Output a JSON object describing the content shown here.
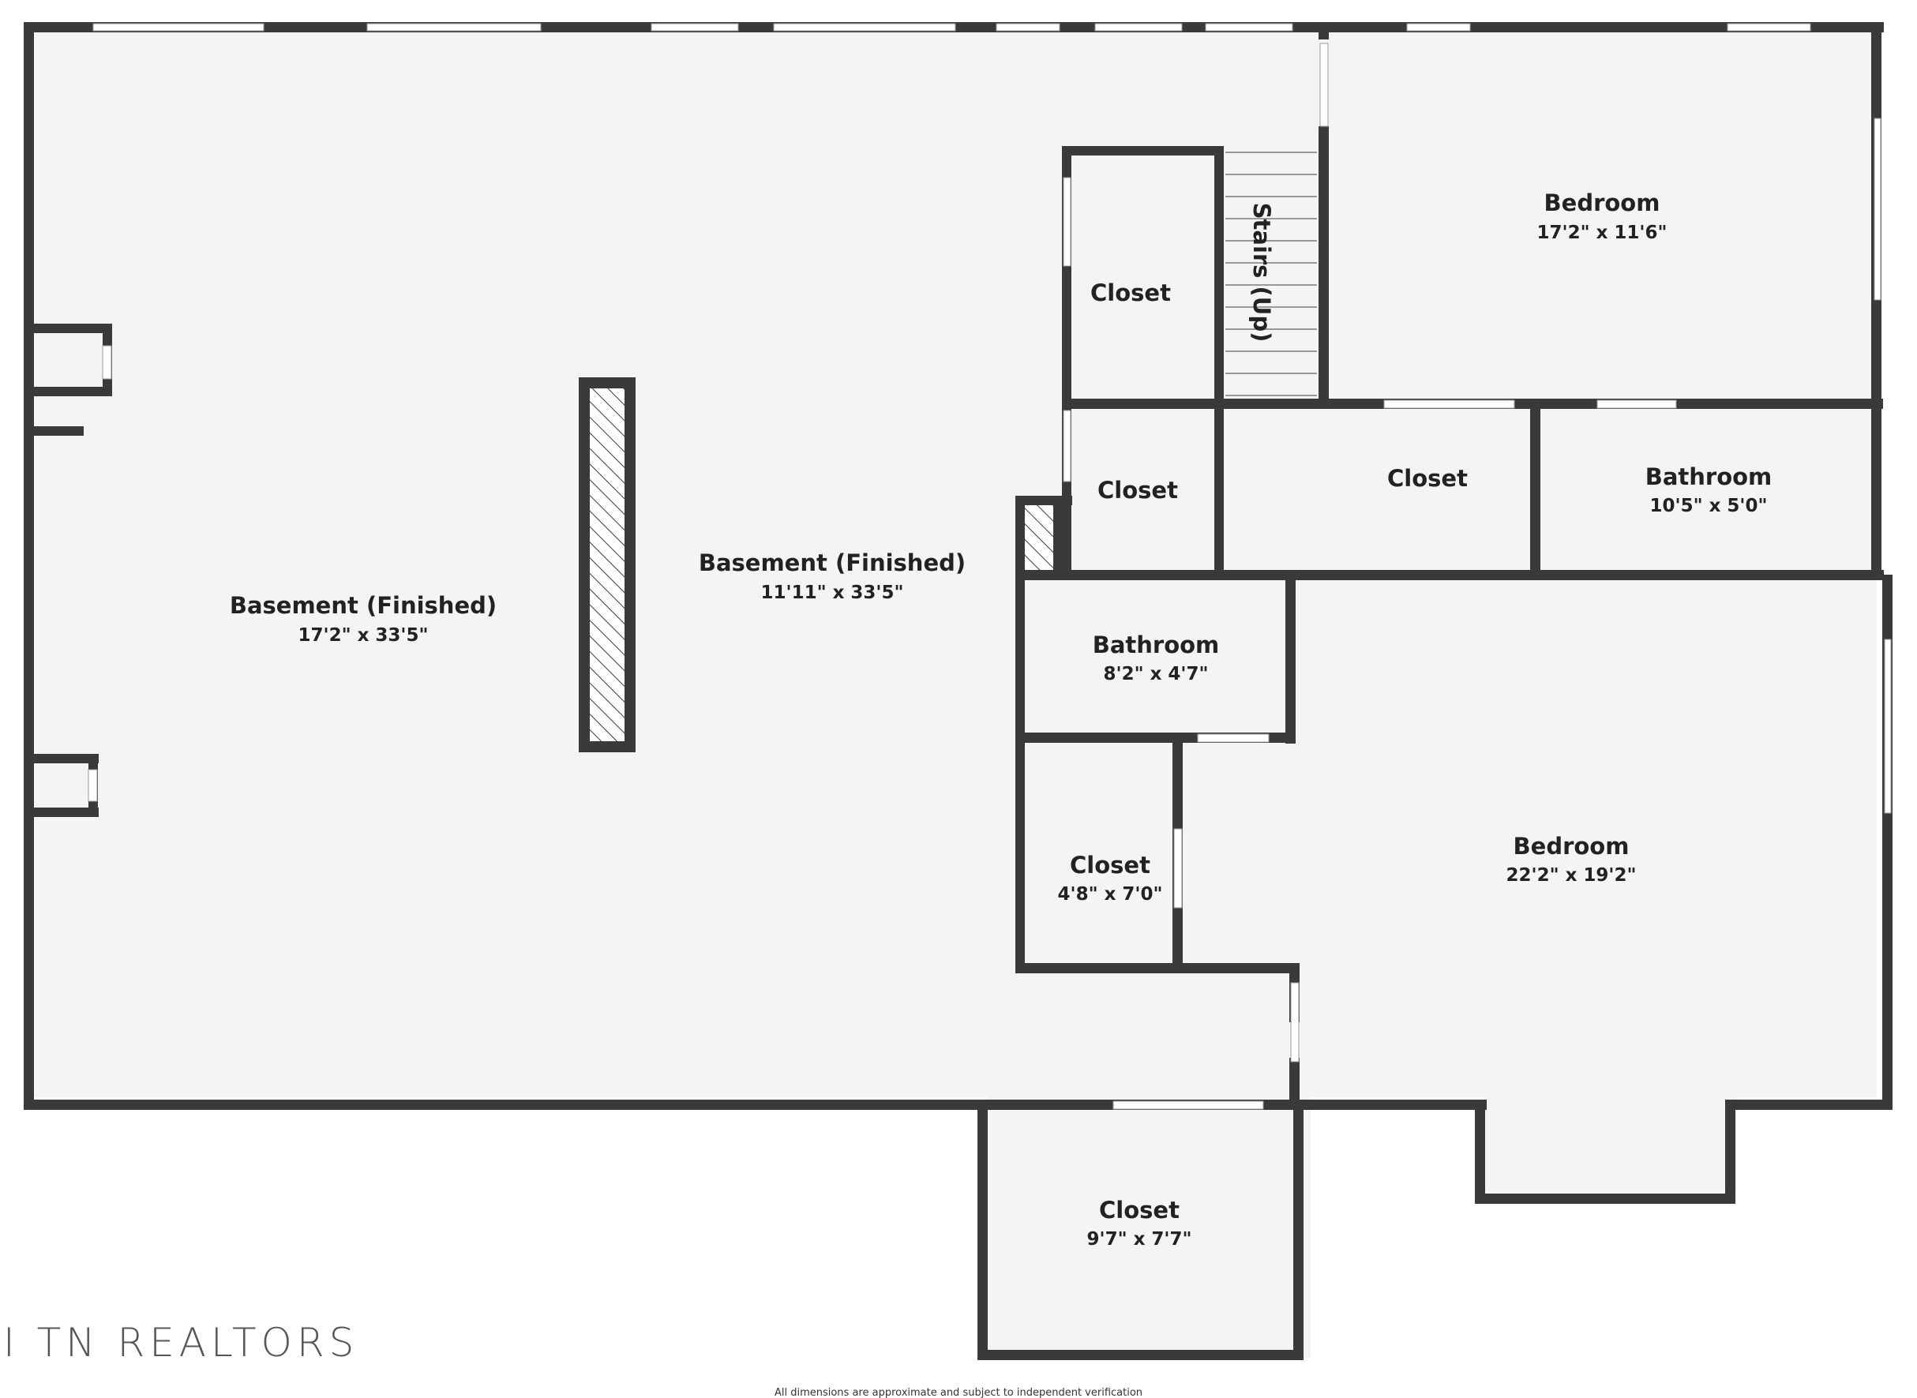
{
  "colors": {
    "wall": "#3a3a3a",
    "floor": "#f4f4f4",
    "window": "#ffffff",
    "text": "#222222"
  },
  "rooms": {
    "basement_left": {
      "name": "Basement (Finished)",
      "dim": "17'2\" x 33'5\""
    },
    "basement_right": {
      "name": "Basement (Finished)",
      "dim": "11'11\" x 33'5\""
    },
    "closet_upper": {
      "name": "Closet"
    },
    "stairs": {
      "name": "Stairs (Up)"
    },
    "bedroom_top": {
      "name": "Bedroom",
      "dim": "17'2\" x 11'6\""
    },
    "closet_mid_a": {
      "name": "Closet"
    },
    "closet_mid_b": {
      "name": "Closet"
    },
    "bathroom_right": {
      "name": "Bathroom",
      "dim": "10'5\" x 5'0\""
    },
    "bathroom_small": {
      "name": "Bathroom",
      "dim": "8'2\" x 4'7\""
    },
    "closet_small": {
      "name": "Closet",
      "dim": "4'8\" x 7'0\""
    },
    "bedroom_main": {
      "name": "Bedroom",
      "dim": "22'2\" x 19'2\""
    },
    "closet_bottom": {
      "name": "Closet",
      "dim": "9'7\" x 7'7\""
    }
  },
  "brand": "I TN REALTORS",
  "disclaimer": "All dimensions are approximate and subject to independent verification"
}
